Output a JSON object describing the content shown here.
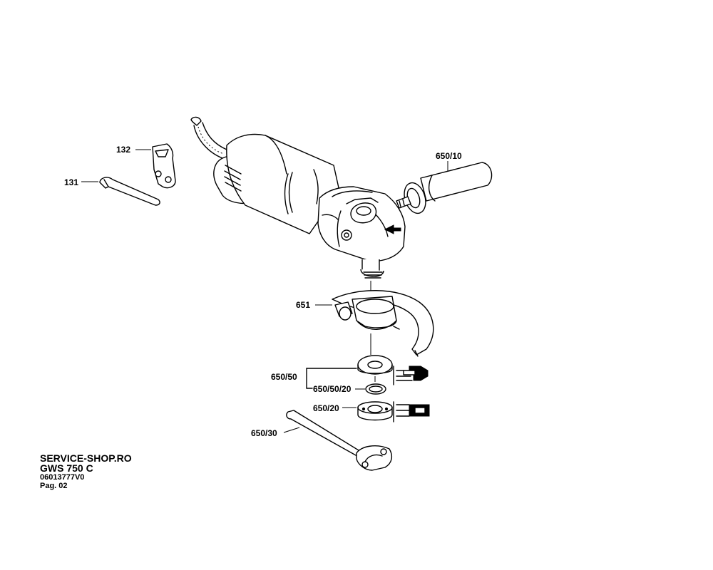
{
  "parts": {
    "p132": "132",
    "p131": "131",
    "p650_10": "650/10",
    "p651": "651",
    "p650_50": "650/50",
    "p650_50_20": "650/50/20",
    "p650_20": "650/20",
    "p650_30": "650/30"
  },
  "footer": {
    "shop": "SERVICE-SHOP.RO",
    "model": "GWS 750 C",
    "part_number": "06013777V0",
    "page": "Pag. 02"
  }
}
